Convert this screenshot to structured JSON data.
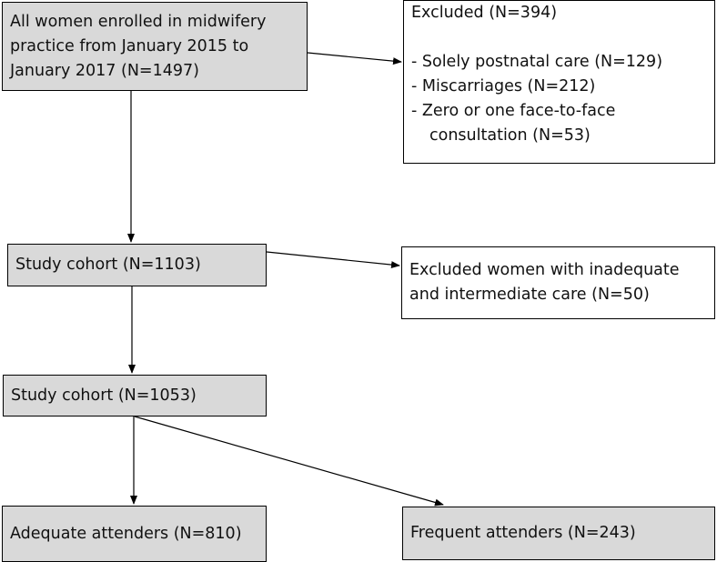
{
  "boxes": {
    "enrolled": {
      "lines": [
        "All women enrolled in midwifery",
        "practice from January 2015 to",
        "January 2017 (N=1497)"
      ]
    },
    "excluded1": {
      "title": "Excluded (N=394)",
      "items": [
        "- Solely postnatal care (N=129)",
        "- Miscarriages (N=212)",
        "- Zero or one face-to-face",
        "consultation (N=53)"
      ]
    },
    "cohort1": {
      "label": "Study cohort (N=1103)"
    },
    "excluded2": {
      "lines": [
        "Excluded women with inadequate",
        "and intermediate care (N=50)"
      ]
    },
    "cohort2": {
      "label": "Study cohort (N=1053)"
    },
    "adequate": {
      "label": "Adequate attenders (N=810)"
    },
    "frequent": {
      "label": "Frequent attenders (N=243)"
    }
  },
  "colors": {
    "gray_fill": "#d9d9d9",
    "white_fill": "#ffffff",
    "stroke": "#000000"
  }
}
